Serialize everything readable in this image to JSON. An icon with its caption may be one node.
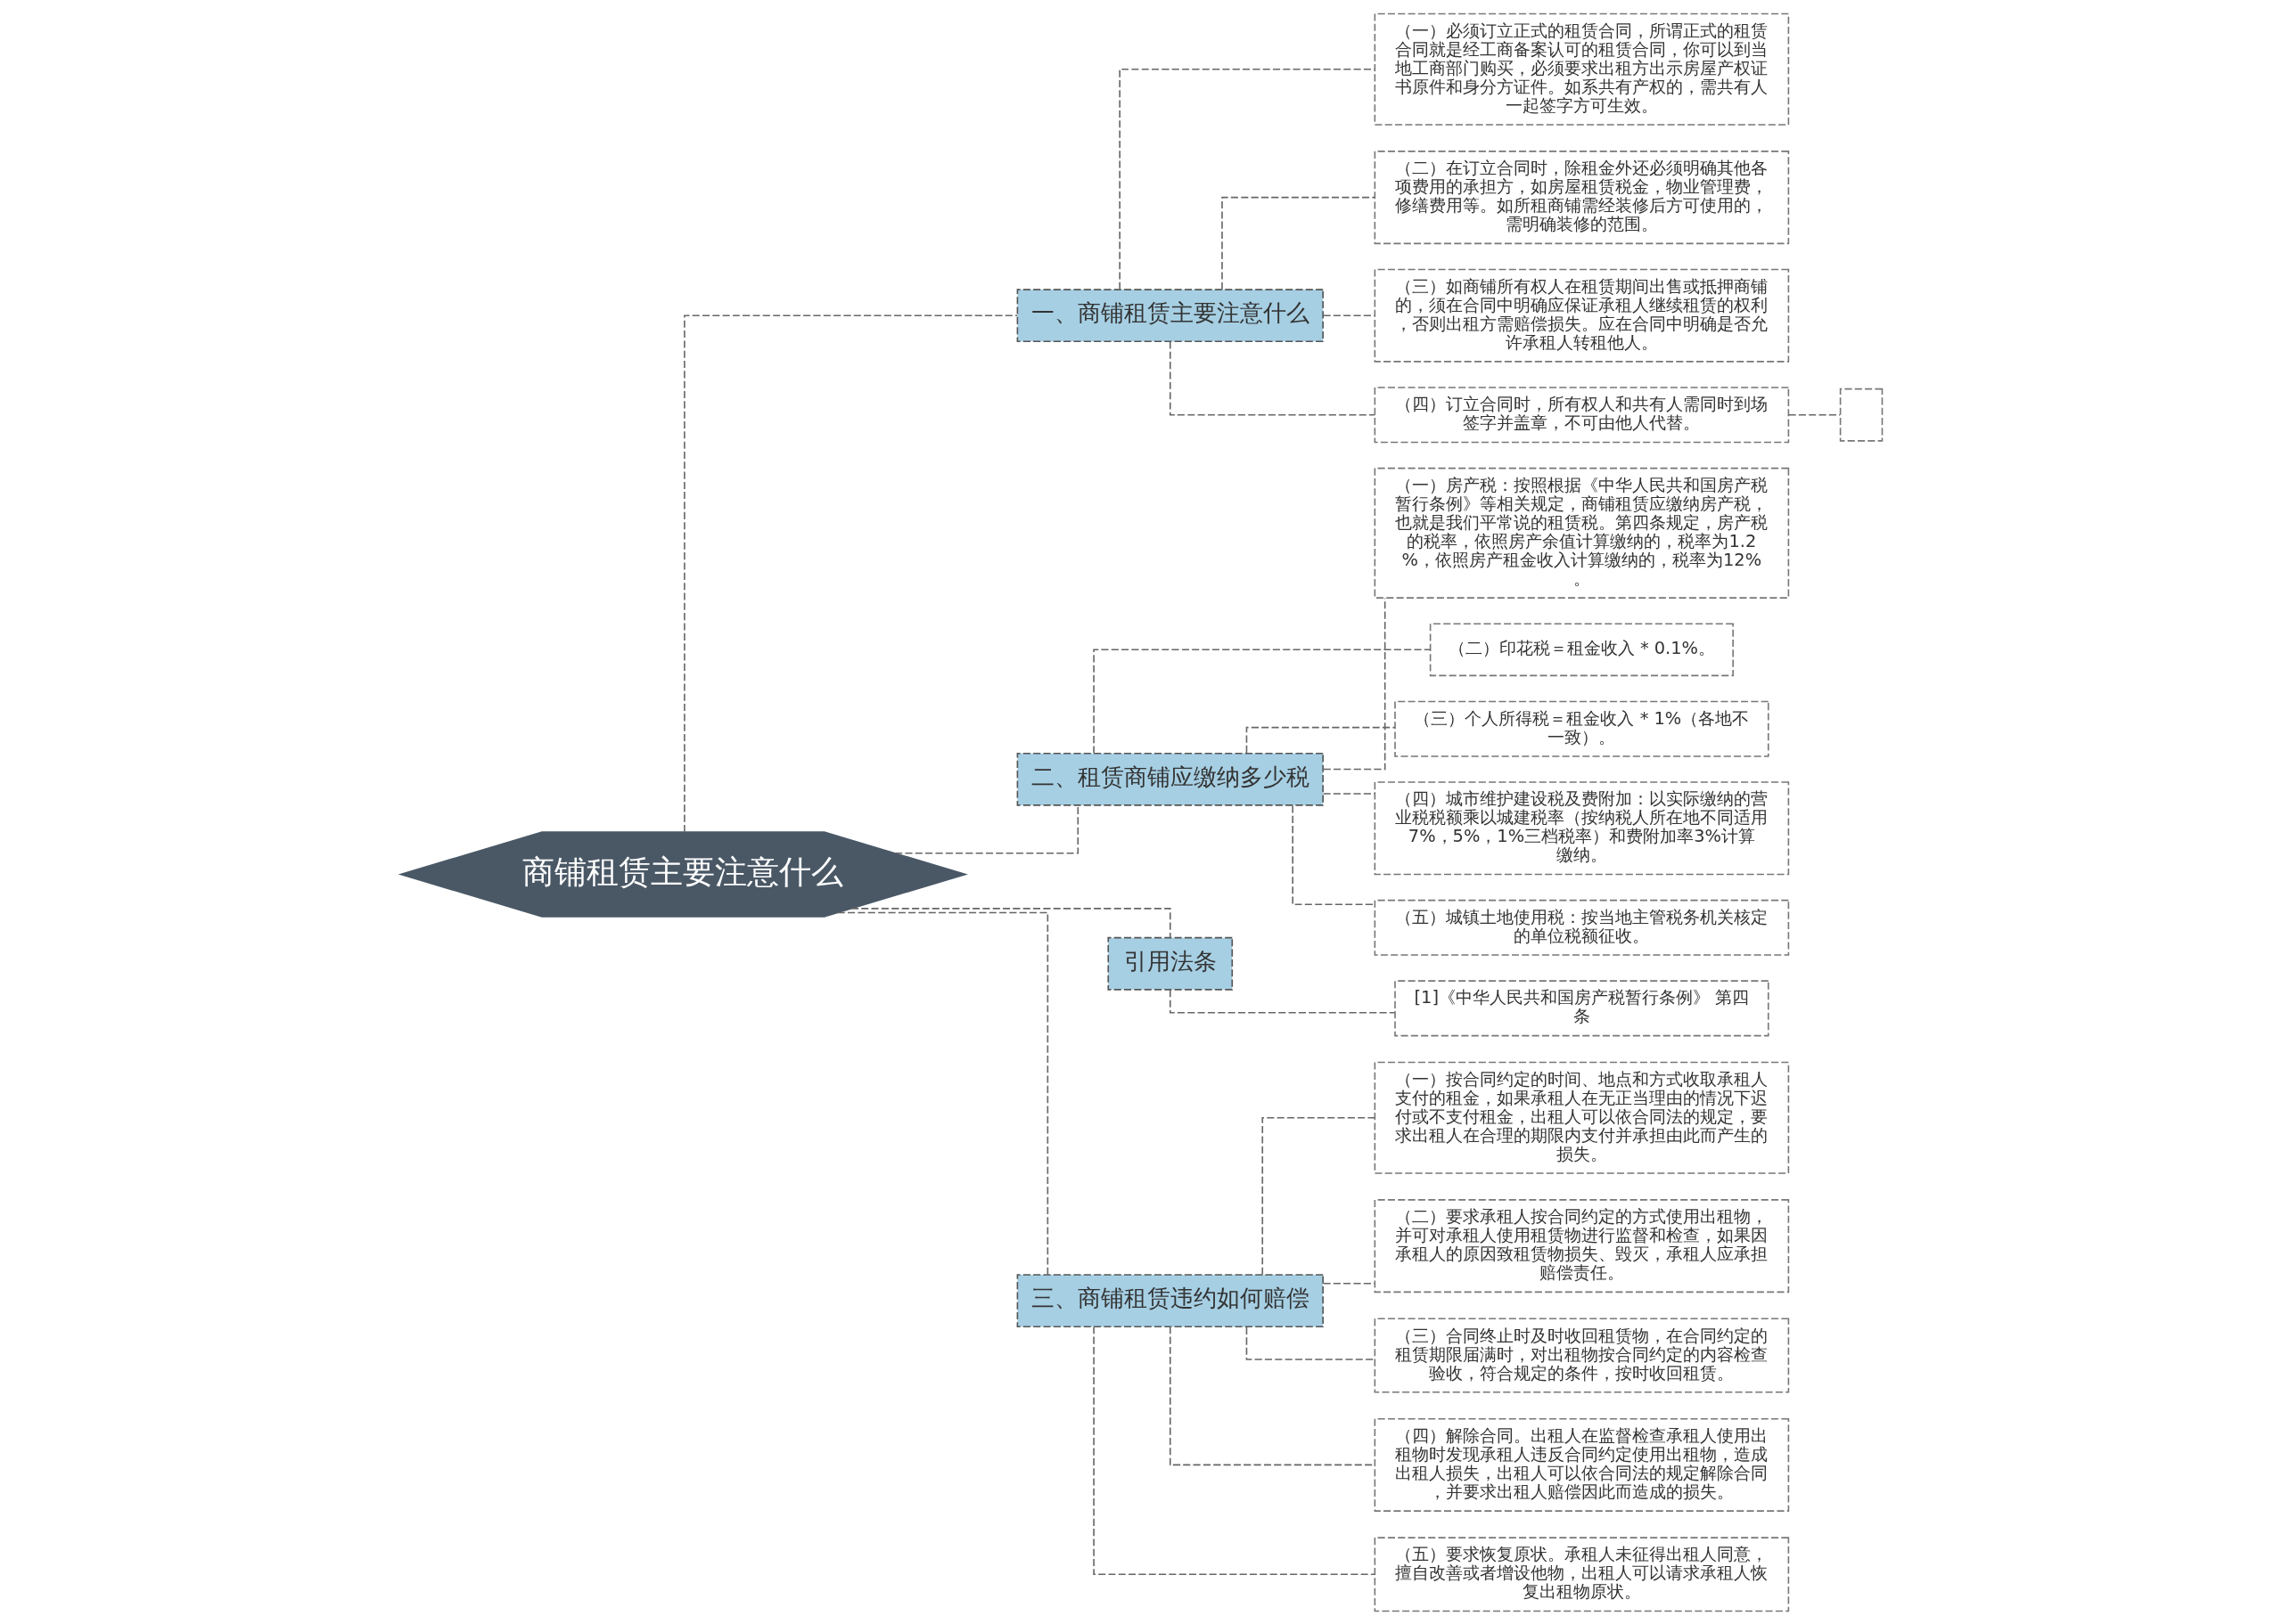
{
  "diagram": {
    "nodes": [
      {
        "text": [
          "商铺租赁主要注意什么"
        ]
      },
      {
        "text": [
          "一、商铺租赁主要注意什么"
        ]
      },
      {
        "text": [
          "（一）必须订立正式的租赁合同，所谓正式的租赁合同就是经工商备案认可的租赁合同，你可以到当地工商部门购买，必须要求出租方出示房屋产权证书原件和身分方证件。如系共有产权的，需共有人一起签字方可生效。"
        ]
      },
      {
        "text": [
          "（二）在订立合同时，除租金外还必须明确其他各项费用的承担方，如房屋租赁税金，物业管理费，修缮费用等。如所租商铺需经装修后方可使用的，需明确装修的范围。"
        ]
      },
      {
        "text": [
          "（三）如商铺所有权人在租赁期间出售或抵押商铺的，须在合同中明确应保证承租人继续租赁的权利，否则出租方需赔偿损失。应在合同中明确是否允许承租人转租他人。"
        ]
      },
      {
        "text": [
          "（四）订立合同时，所有权人和共有人需同时到场签字并盖章，不可由他人代替。"
        ]
      },
      {
        "text": [],
        "shape": "box"
      },
      {
        "text": [
          "二、租赁商铺应缴纳多少税"
        ]
      },
      {
        "text": [
          "（一）房产税：按照根据《中华人民共和国房产税暂行条例》等相关规定，商铺租赁应缴纳房产税，也就是我们平常说的租赁税。第四条规定，房产税的税率，依照房产余值计算缴纳的，税率为1.2%，依照房产租金收入计算缴纳的，税率为12%。"
        ]
      },
      {
        "text": [
          "（二）印花税＝租金收入 * 0.1%。"
        ]
      },
      {
        "text": [
          "（三）个人所得税＝租金收入 * 1%（各地不一致）。"
        ]
      },
      {
        "text": [
          "（四）城市维护建设税及费附加：以实际缴纳的营业税税额乘以城建税率（按纳税人所在地不同适用7%，5%，1%三档税率）和费附加率3%计算缴纳。"
        ]
      },
      {
        "text": [
          "（五）城镇土地使用税：按当地主管税务机关核定的单位税额征收。"
        ]
      },
      {
        "text": [
          "引用法条"
        ]
      },
      {
        "text": [
          "[1]《中华人民共和国房产税暂行条例》 第四条"
        ]
      },
      {
        "text": [
          "三、商铺租赁违约如何赔偿"
        ]
      },
      {
        "text": [
          "（一）按合同约定的时间、地点和方式收取承租人支付的租金，如果承租人在无正当理由的情况下迟付或不支付租金，出租人可以依合同法的规定，要求出租人在合理的期限内支付并承担由此而产生的损失。"
        ]
      },
      {
        "text": [
          "（二）要求承租人按合同约定的方式使用出租物，并可对承租人使用租赁物进行监督和检查，如果因承租人的原因致租赁物损失、毁灭，承租人应承担赔偿责任。"
        ]
      },
      {
        "text": [
          "（三）合同终止时及时收回租赁物，在合同约定的租赁期限届满时，对出租物按合同约定的内容检查验收，符合规定的条件，按时收回租赁。"
        ]
      },
      {
        "text": [
          "（四）解除合同。出租人在监督检查承租人使用出租物时发现承租人违反合同约定使用出租物，造成出租人损失，出租人可以依合同法的规定解除合同，并要求出租人赔偿因此而造成的损失。"
        ]
      },
      {
        "text": [
          "（五）要求恢复原状。承租人未征得出租人同意，擅自改善或者增设他物，出租人可以请求承租人恢复出租物原状。"
        ]
      }
    ],
    "edges": [
      {
        "from": 0,
        "to": 1,
        "arrow": "none",
        "style": "dashed"
      },
      {
        "from": 1,
        "to": 2,
        "arrow": "none",
        "style": "dashed"
      },
      {
        "from": 1,
        "to": 3,
        "arrow": "none",
        "style": "dashed"
      },
      {
        "from": 1,
        "to": 4,
        "arrow": "none",
        "style": "dashed"
      },
      {
        "from": 1,
        "to": 5,
        "arrow": "none",
        "style": "dashed"
      },
      {
        "from": 5,
        "to": 6,
        "arrow": "none",
        "style": "dashed"
      },
      {
        "from": 0,
        "to": 7,
        "arrow": "none",
        "style": "dashed"
      },
      {
        "from": 7,
        "to": 8,
        "arrow": "none",
        "style": "dashed"
      },
      {
        "from": 7,
        "to": 9,
        "arrow": "none",
        "style": "dashed"
      },
      {
        "from": 7,
        "to": 10,
        "arrow": "none",
        "style": "dashed"
      },
      {
        "from": 7,
        "to": 11,
        "arrow": "none",
        "style": "dashed"
      },
      {
        "from": 7,
        "to": 12,
        "arrow": "none",
        "style": "dashed"
      },
      {
        "from": 0,
        "to": 13,
        "arrow": "none",
        "style": "dashed"
      },
      {
        "from": 13,
        "to": 14,
        "arrow": "none",
        "style": "dashed"
      },
      {
        "from": 0,
        "to": 15,
        "arrow": "none",
        "style": "dashed"
      },
      {
        "from": 15,
        "to": 16,
        "arrow": "none",
        "style": "dashed"
      },
      {
        "from": 15,
        "to": 17,
        "arrow": "none",
        "style": "dashed"
      },
      {
        "from": 15,
        "to": 18,
        "arrow": "none",
        "style": "dashed"
      },
      {
        "from": 15,
        "to": 19,
        "arrow": "none",
        "style": "dashed"
      },
      {
        "from": 15,
        "to": 20,
        "arrow": "none",
        "style": "dashed"
      }
    ]
  }
}
